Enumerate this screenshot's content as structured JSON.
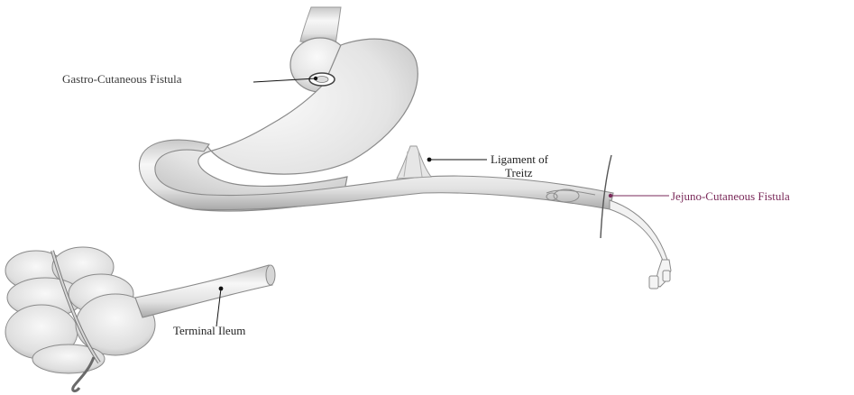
{
  "labels": {
    "gastro_cutaneous_fistula": "Gastro-Cutaneous Fistula",
    "ligament_of_treitz_line1": "Ligament of",
    "ligament_of_treitz_line2": "Treitz",
    "jejuno_cutaneous_fistula": "Jejuno-Cutaneous Fistula",
    "terminal_ileum": "Terminal Ileum"
  },
  "colors": {
    "label_text": "#3a3a3a",
    "leader_line": "#111111",
    "jejuno_accent": "#7a2a5a",
    "organ_fill": "#eeeeee",
    "organ_outline": "#8a8a8a"
  }
}
